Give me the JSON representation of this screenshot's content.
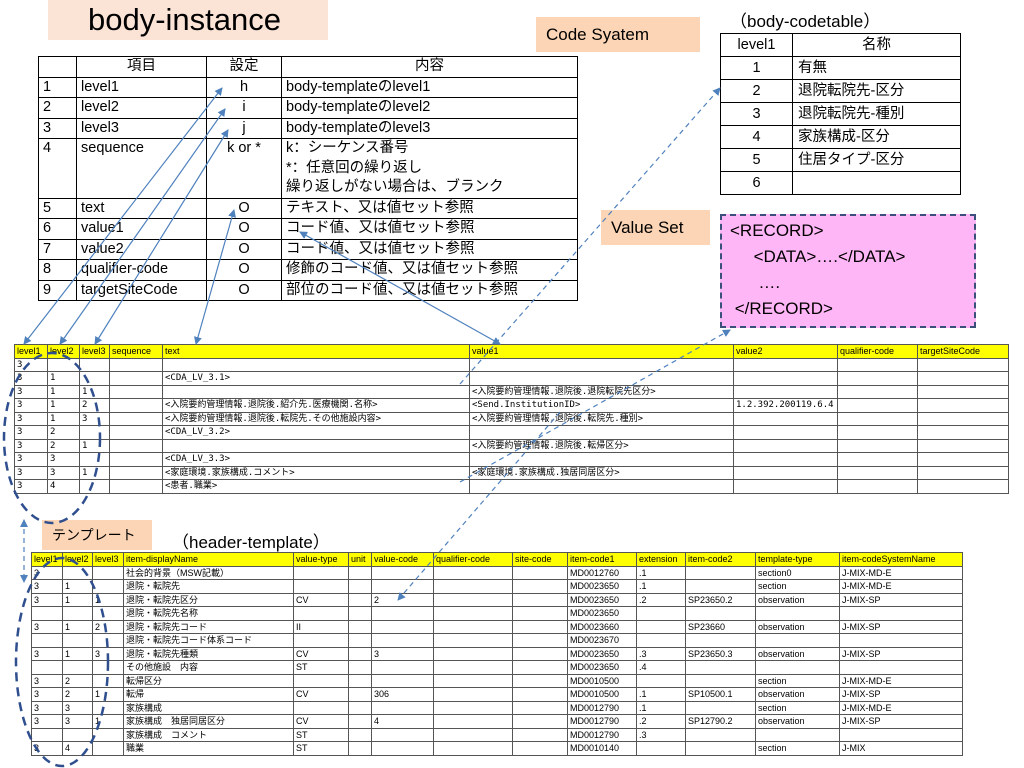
{
  "title": "body-instance",
  "code_system_label": "Code Syatem",
  "codetable_title": "（body-codetable）",
  "value_set_label": "Value Set",
  "template_label": "テンプレート",
  "header_template_title": "（header-template）",
  "definition_table": {
    "headers": [
      "",
      "項目",
      "設定",
      "内容"
    ],
    "rows": [
      {
        "no": "1",
        "item": "level1",
        "setting": "h",
        "content": "body-templateのlevel1"
      },
      {
        "no": "2",
        "item": "level2",
        "setting": "i",
        "content": "body-templateのlevel2"
      },
      {
        "no": "3",
        "item": "level3",
        "setting": "j",
        "content": "body-templateのlevel3"
      },
      {
        "no": "4",
        "item": "sequence",
        "setting": "k or *",
        "content": "k：シーケンス番号",
        "content2": "*：任意回の繰り返し",
        "content3": "繰り返しがない場合は、ブランク"
      },
      {
        "no": "5",
        "item": "text",
        "setting": "O",
        "content": "テキスト、又は値セット参照"
      },
      {
        "no": "6",
        "item": "value1",
        "setting": "O",
        "content": "コード値、又は値セット参照"
      },
      {
        "no": "7",
        "item": "value2",
        "setting": "O",
        "content": "コード値、又は値セット参照"
      },
      {
        "no": "8",
        "item": "qualifier-code",
        "setting": "O",
        "content": "修飾のコード値、又は値セット参照"
      },
      {
        "no": "9",
        "item": "targetSiteCode",
        "setting": "O",
        "content": "部位のコード値、又は値セット参照"
      }
    ]
  },
  "code_table": {
    "headers": [
      "level1",
      "名称"
    ],
    "rows": [
      {
        "level1": "1",
        "name": "有無"
      },
      {
        "level1": "2",
        "name": "退院転院先-区分"
      },
      {
        "level1": "3",
        "name": "退院転院先-種別"
      },
      {
        "level1": "4",
        "name": "家族構成-区分"
      },
      {
        "level1": "5",
        "name": "住居タイプ-区分"
      },
      {
        "level1": "6",
        "name": ""
      }
    ]
  },
  "record": {
    "line1": "<RECORD>",
    "line2": "     <DATA>….</DATA>",
    "line3": "      ….",
    "line4": " </RECORD>"
  },
  "instance_table": {
    "headers": [
      "level1",
      "level2",
      "level3",
      "sequence",
      "text",
      "value1",
      "value2",
      "qualifier-code",
      "targetSiteCode"
    ],
    "rows": [
      [
        "3",
        "",
        "",
        "",
        "",
        "",
        "",
        "",
        ""
      ],
      [
        "3",
        "1",
        "",
        "",
        "<CDA_LV_3.1>",
        "",
        "",
        "",
        ""
      ],
      [
        "3",
        "1",
        "1",
        "",
        "",
        "<入院要約管理情報.退院後.退院転院先区分>",
        "",
        "",
        ""
      ],
      [
        "3",
        "1",
        "2",
        "",
        "<入院要約管理情報.退院後.紹介先.医療機関.名称>",
        "<Send.InstitutionID>",
        "1.2.392.200119.6.4",
        "",
        ""
      ],
      [
        "3",
        "1",
        "3",
        "",
        "<入院要約管理情報.退院後.転院先.その他施設内容>",
        "<入院要約管理情報.退院後.転院先.種別>",
        "",
        "",
        ""
      ],
      [
        "3",
        "2",
        "",
        "",
        "<CDA_LV_3.2>",
        "",
        "",
        "",
        ""
      ],
      [
        "3",
        "2",
        "1",
        "",
        "",
        "<入院要約管理情報.退院後.転帰区分>",
        "",
        "",
        ""
      ],
      [
        "3",
        "3",
        "",
        "",
        "<CDA_LV_3.3>",
        "",
        "",
        "",
        ""
      ],
      [
        "3",
        "3",
        "1",
        "",
        "<家庭環境.家族構成.コメント>",
        "<家庭環境.家族構成.独居同居区分>",
        "",
        "",
        ""
      ],
      [
        "3",
        "4",
        "",
        "",
        "<患者.職業>",
        "",
        "",
        "",
        ""
      ]
    ]
  },
  "template_table": {
    "headers": [
      "level1",
      "level2",
      "level3",
      "item-displayName",
      "value-type",
      "unit",
      "value-code",
      "qualifier-code",
      "site-code",
      "item-code1",
      "extension",
      "item-code2",
      "template-type",
      "item-codeSystemName"
    ],
    "rows": [
      [
        "3",
        "",
        "",
        "社会的背景（MSW記載）",
        "",
        "",
        "",
        "",
        "",
        "MD0012760",
        ".1",
        "",
        "section0",
        "J-MIX-MD-E"
      ],
      [
        "3",
        "1",
        "",
        "退院・転院先",
        "",
        "",
        "",
        "",
        "",
        "MD0023650",
        ".1",
        "",
        "section",
        "J-MIX-MD-E"
      ],
      [
        "3",
        "1",
        "1",
        "退院・転院先区分",
        "CV",
        "",
        "2",
        "",
        "",
        "MD0023650",
        ".2",
        "SP23650.2",
        "observation",
        "J-MIX-SP"
      ],
      [
        "",
        "",
        "",
        "退院・転院先名称",
        "",
        "",
        "",
        "",
        "",
        "MD0023650",
        "",
        "",
        "",
        ""
      ],
      [
        "3",
        "1",
        "2",
        "退院・転院先コード",
        "II",
        "",
        "",
        "",
        "",
        "MD0023660",
        "",
        "SP23660",
        "observation",
        "J-MIX-SP"
      ],
      [
        "",
        "",
        "",
        "退院・転院先コード体系コード",
        "",
        "",
        "",
        "",
        "",
        "MD0023670",
        "",
        "",
        "",
        ""
      ],
      [
        "3",
        "1",
        "3",
        "退院・転院先種類",
        "CV",
        "",
        "3",
        "",
        "",
        "MD0023650",
        ".3",
        "SP23650.3",
        "observation",
        "J-MIX-SP"
      ],
      [
        "",
        "",
        "",
        "その他施設　内容",
        "ST",
        "",
        "",
        "",
        "",
        "MD0023650",
        ".4",
        "",
        "",
        ""
      ],
      [
        "3",
        "2",
        "",
        "転帰区分",
        "",
        "",
        "",
        "",
        "",
        "MD0010500",
        "",
        "",
        "section",
        "J-MIX-MD-E"
      ],
      [
        "3",
        "2",
        "1",
        "転帰",
        "CV",
        "",
        "306",
        "",
        "",
        "MD0010500",
        ".1",
        "SP10500.1",
        "observation",
        "J-MIX-SP"
      ],
      [
        "3",
        "3",
        "",
        "家族構成",
        "",
        "",
        "",
        "",
        "",
        "MD0012790",
        ".1",
        "",
        "section",
        "J-MIX-MD-E"
      ],
      [
        "3",
        "3",
        "1",
        "家族構成　独居同居区分",
        "CV",
        "",
        "4",
        "",
        "",
        "MD0012790",
        ".2",
        "SP12790.2",
        "observation",
        "J-MIX-SP"
      ],
      [
        "",
        "",
        "",
        "家族構成　コメント",
        "ST",
        "",
        "",
        "",
        "",
        "MD0012790",
        ".3",
        "",
        "",
        ""
      ],
      [
        "3",
        "4",
        "",
        "職業",
        "ST",
        "",
        "",
        "",
        "",
        "MD0010140",
        "",
        "",
        "section",
        "J-MIX"
      ]
    ]
  }
}
